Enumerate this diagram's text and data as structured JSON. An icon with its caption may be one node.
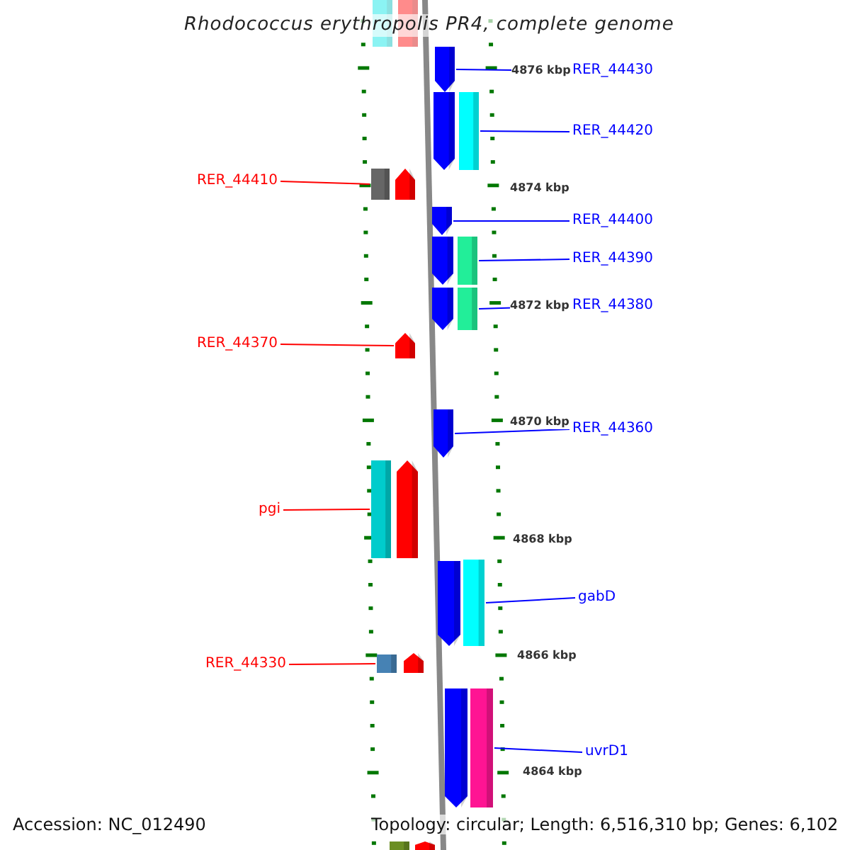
{
  "diagram": {
    "title": "Rhodococcus erythropolis PR4, complete genome",
    "nodes": [
      {
        "text": [],
        "shape": "bar"
      },
      {
        "text": [],
        "shape": "bar"
      },
      {
        "text": [
          "RER_44430"
        ]
      },
      {
        "text": [],
        "shape": "arrow"
      },
      {
        "text": [
          "RER_44420"
        ]
      },
      {
        "text": [],
        "shape": "arrow"
      },
      {
        "text": [],
        "shape": "bar"
      },
      {
        "text": [
          "RER_44410"
        ]
      },
      {
        "text": [],
        "shape": "bar"
      },
      {
        "text": [],
        "shape": "arrow"
      },
      {
        "text": [
          "RER_44400"
        ]
      },
      {
        "text": [],
        "shape": "arrow"
      },
      {
        "text": [
          "RER_44390"
        ]
      },
      {
        "text": [],
        "shape": "arrow"
      },
      {
        "text": [],
        "shape": "bar"
      },
      {
        "text": [
          "RER_44380"
        ]
      },
      {
        "text": [],
        "shape": "arrow"
      },
      {
        "text": [],
        "shape": "bar"
      },
      {
        "text": [
          "RER_44370"
        ]
      },
      {
        "text": [],
        "shape": "arrow"
      },
      {
        "text": [
          "RER_44360"
        ]
      },
      {
        "text": [],
        "shape": "arrow"
      },
      {
        "text": [
          "pgi"
        ]
      },
      {
        "text": [],
        "shape": "bar"
      },
      {
        "text": [],
        "shape": "arrow"
      },
      {
        "text": [
          "gabD"
        ]
      },
      {
        "text": [],
        "shape": "arrow"
      },
      {
        "text": [],
        "shape": "bar"
      },
      {
        "text": [
          "RER_44330"
        ]
      },
      {
        "text": [],
        "shape": "bar"
      },
      {
        "text": [],
        "shape": "arrow"
      },
      {
        "text": [
          "uvrD1"
        ]
      },
      {
        "text": [],
        "shape": "arrow"
      },
      {
        "text": [],
        "shape": "bar"
      },
      {
        "text": [],
        "shape": "bar"
      },
      {
        "text": [],
        "shape": "arrow"
      }
    ],
    "edges": [
      {
        "from": 2,
        "to": 3,
        "arrow": "none"
      },
      {
        "from": 4,
        "to": 6,
        "arrow": "none"
      },
      {
        "from": 7,
        "to": 8,
        "arrow": "none",
        "color": "#ff0000"
      },
      {
        "from": 10,
        "to": 11,
        "arrow": "none"
      },
      {
        "from": 12,
        "to": 14,
        "arrow": "none"
      },
      {
        "from": 15,
        "to": 17,
        "arrow": "none"
      },
      {
        "from": 18,
        "to": 19,
        "arrow": "none",
        "color": "#ff0000"
      },
      {
        "from": 20,
        "to": 21,
        "arrow": "none"
      },
      {
        "from": 22,
        "to": 23,
        "arrow": "none",
        "color": "#ff0000"
      },
      {
        "from": 25,
        "to": 27,
        "arrow": "none"
      },
      {
        "from": 28,
        "to": 29,
        "arrow": "none",
        "color": "#ff0000"
      },
      {
        "from": 31,
        "to": 33,
        "arrow": "none"
      }
    ],
    "labels": [
      "4876 kbp",
      "4874 kbp",
      "4872 kbp",
      "4870 kbp",
      "4868 kbp",
      "4866 kbp",
      "4864 kbp",
      "Accession: NC_012490",
      "Topology: circular; Length: 6,516,310 bp; Genes: 6,102"
    ]
  }
}
